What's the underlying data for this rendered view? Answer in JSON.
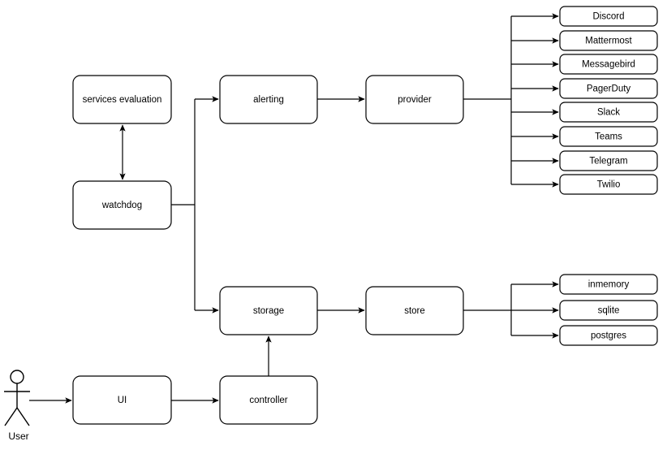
{
  "diagram": {
    "title": "architecture-flow-diagram",
    "background_color": "#ffffff",
    "stroke_color": "#000000",
    "node_fill": "#ffffff",
    "actor": {
      "label": "User"
    },
    "nodes": {
      "services_evaluation": "services evaluation",
      "watchdog": "watchdog",
      "alerting": "alerting",
      "provider": "provider",
      "storage": "storage",
      "store": "store",
      "ui": "UI",
      "controller": "controller"
    },
    "provider_targets": [
      "Discord",
      "Mattermost",
      "Messagebird",
      "PagerDuty",
      "Slack",
      "Teams",
      "Telegram",
      "Twilio"
    ],
    "store_targets": [
      "inmemory",
      "sqlite",
      "postgres"
    ]
  }
}
